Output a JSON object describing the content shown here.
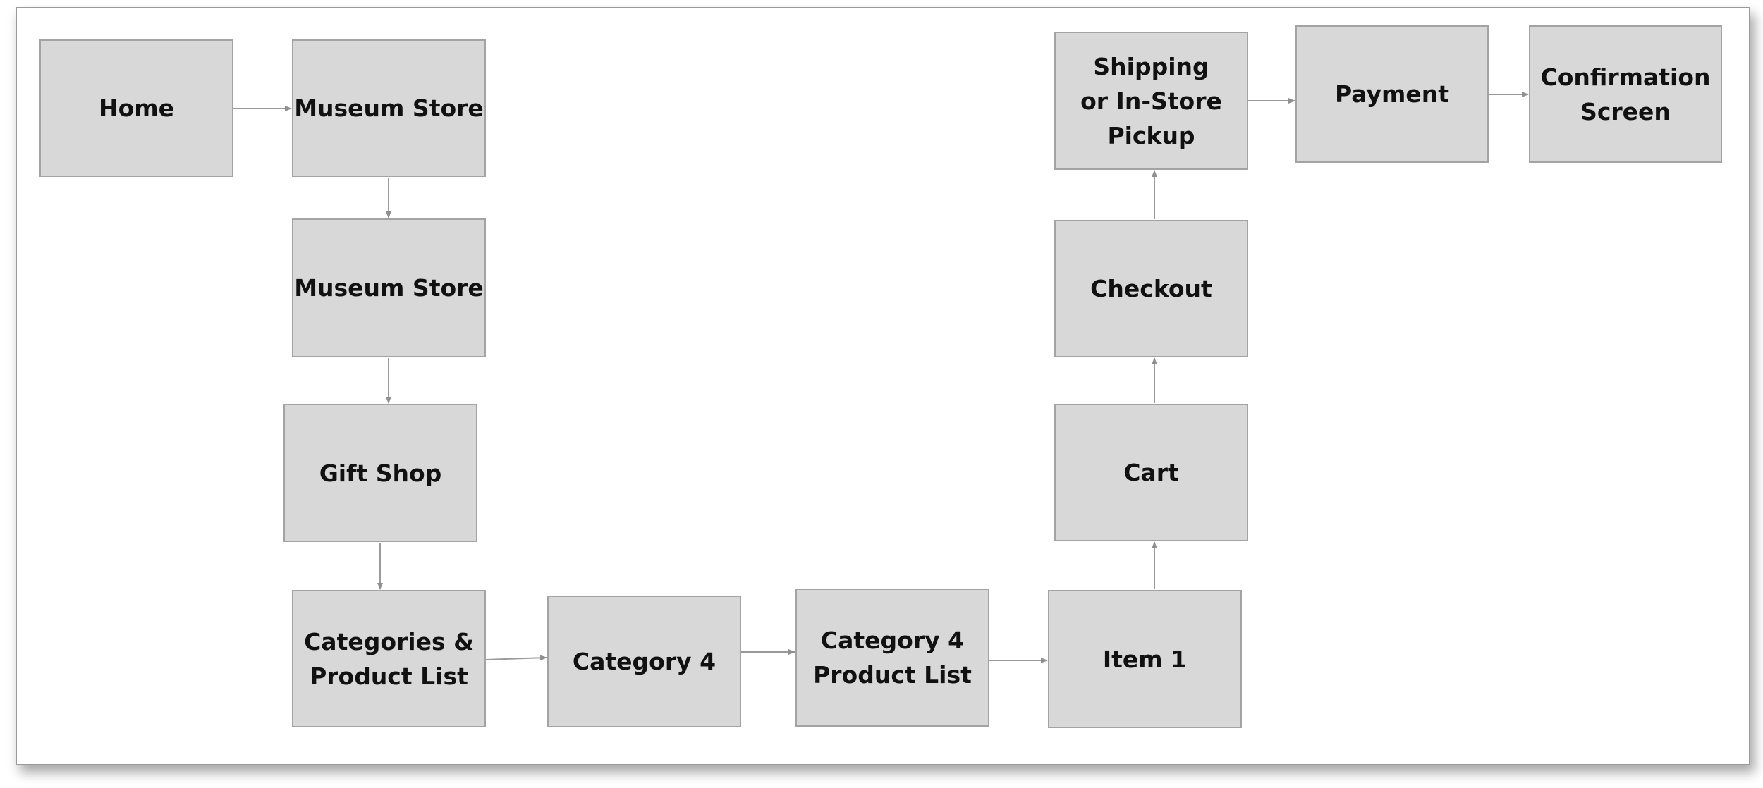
{
  "diagram": {
    "nodes": [
      {
        "id": "home",
        "label": "Home"
      },
      {
        "id": "museum-store-1",
        "label": "Museum Store"
      },
      {
        "id": "museum-store-2",
        "label": "Museum Store"
      },
      {
        "id": "gift-shop",
        "label": "Gift Shop"
      },
      {
        "id": "categories",
        "label": "Categories &\nProduct List"
      },
      {
        "id": "category-4",
        "label": "Category 4"
      },
      {
        "id": "category-4-list",
        "label": "Category 4\nProduct List"
      },
      {
        "id": "item-1",
        "label": "Item 1"
      },
      {
        "id": "cart",
        "label": "Cart"
      },
      {
        "id": "checkout",
        "label": "Checkout"
      },
      {
        "id": "shipping",
        "label": "Shipping\nor In-Store\nPickup"
      },
      {
        "id": "payment",
        "label": "Payment"
      },
      {
        "id": "confirmation",
        "label": "Confirmation\nScreen"
      }
    ],
    "edges": [
      {
        "from": "home",
        "to": "museum-store-1"
      },
      {
        "from": "museum-store-1",
        "to": "museum-store-2"
      },
      {
        "from": "museum-store-2",
        "to": "gift-shop"
      },
      {
        "from": "gift-shop",
        "to": "categories"
      },
      {
        "from": "categories",
        "to": "category-4"
      },
      {
        "from": "category-4",
        "to": "category-4-list"
      },
      {
        "from": "category-4-list",
        "to": "item-1"
      },
      {
        "from": "item-1",
        "to": "cart"
      },
      {
        "from": "cart",
        "to": "checkout"
      },
      {
        "from": "checkout",
        "to": "shipping"
      },
      {
        "from": "shipping",
        "to": "payment"
      },
      {
        "from": "payment",
        "to": "confirmation"
      }
    ]
  }
}
